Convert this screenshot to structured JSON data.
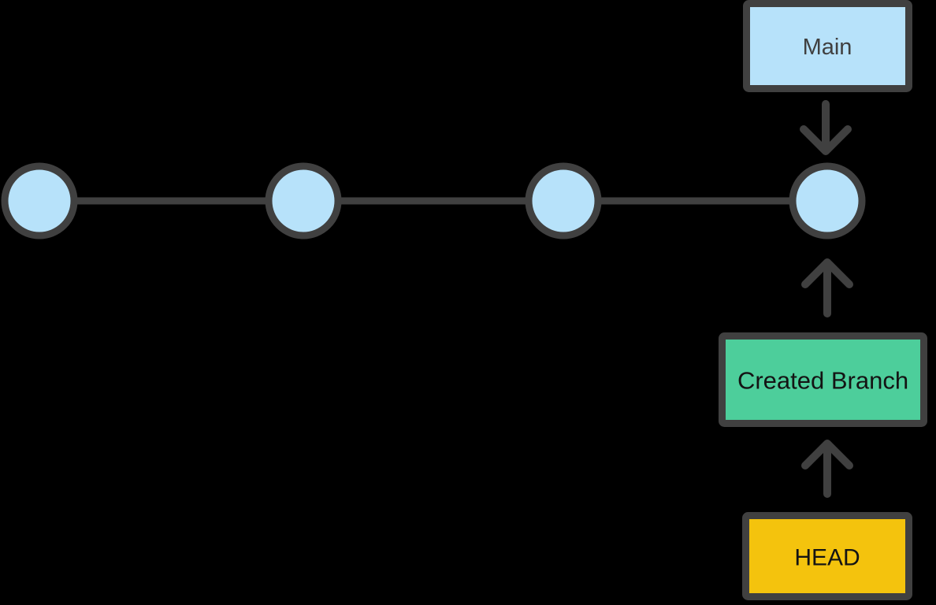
{
  "diagram": {
    "type": "git-commit-graph",
    "commit_count": 4
  },
  "labels": {
    "main": "Main",
    "created_branch": "Created Branch",
    "head": "HEAD"
  },
  "colors": {
    "background": "#000000",
    "stroke": "#404040",
    "commit_fill": "#b7e2fa",
    "main_box_fill": "#b7e2fa",
    "main_box_text": "#404040",
    "branch_box_fill": "#4dce9b",
    "branch_box_text": "#141414",
    "head_box_fill": "#f4c30d",
    "head_box_text": "#141414"
  }
}
